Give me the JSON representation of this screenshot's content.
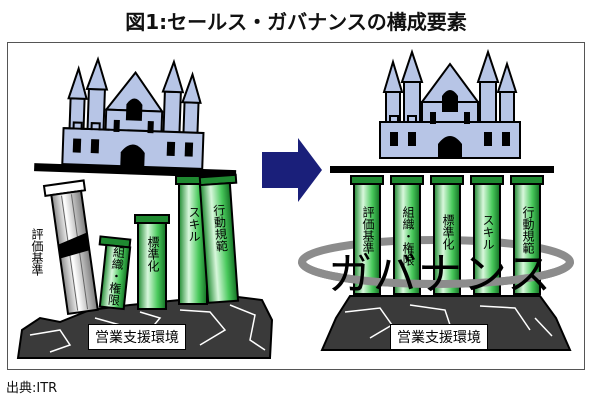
{
  "title": "図1:セールス・ガバナンスの構成要素",
  "source": "出典:ITR",
  "left": {
    "base_label": "営業支援環境",
    "pillars": [
      "評価基準",
      "組織・権限",
      "標準化",
      "スキル",
      "行動規範"
    ]
  },
  "right": {
    "base_label": "営業支援環境",
    "pillars": [
      "評価基準",
      "組織・権限",
      "標準化",
      "スキル",
      "行動規範"
    ],
    "ring_label": "ガバナンス"
  },
  "colors": {
    "castle": "#b7c5e6",
    "pillar_green": "#46c95a",
    "pillar_light": "#c9f0cf",
    "arrow": "#1a1f7a",
    "rock": "#3a3a3a"
  }
}
